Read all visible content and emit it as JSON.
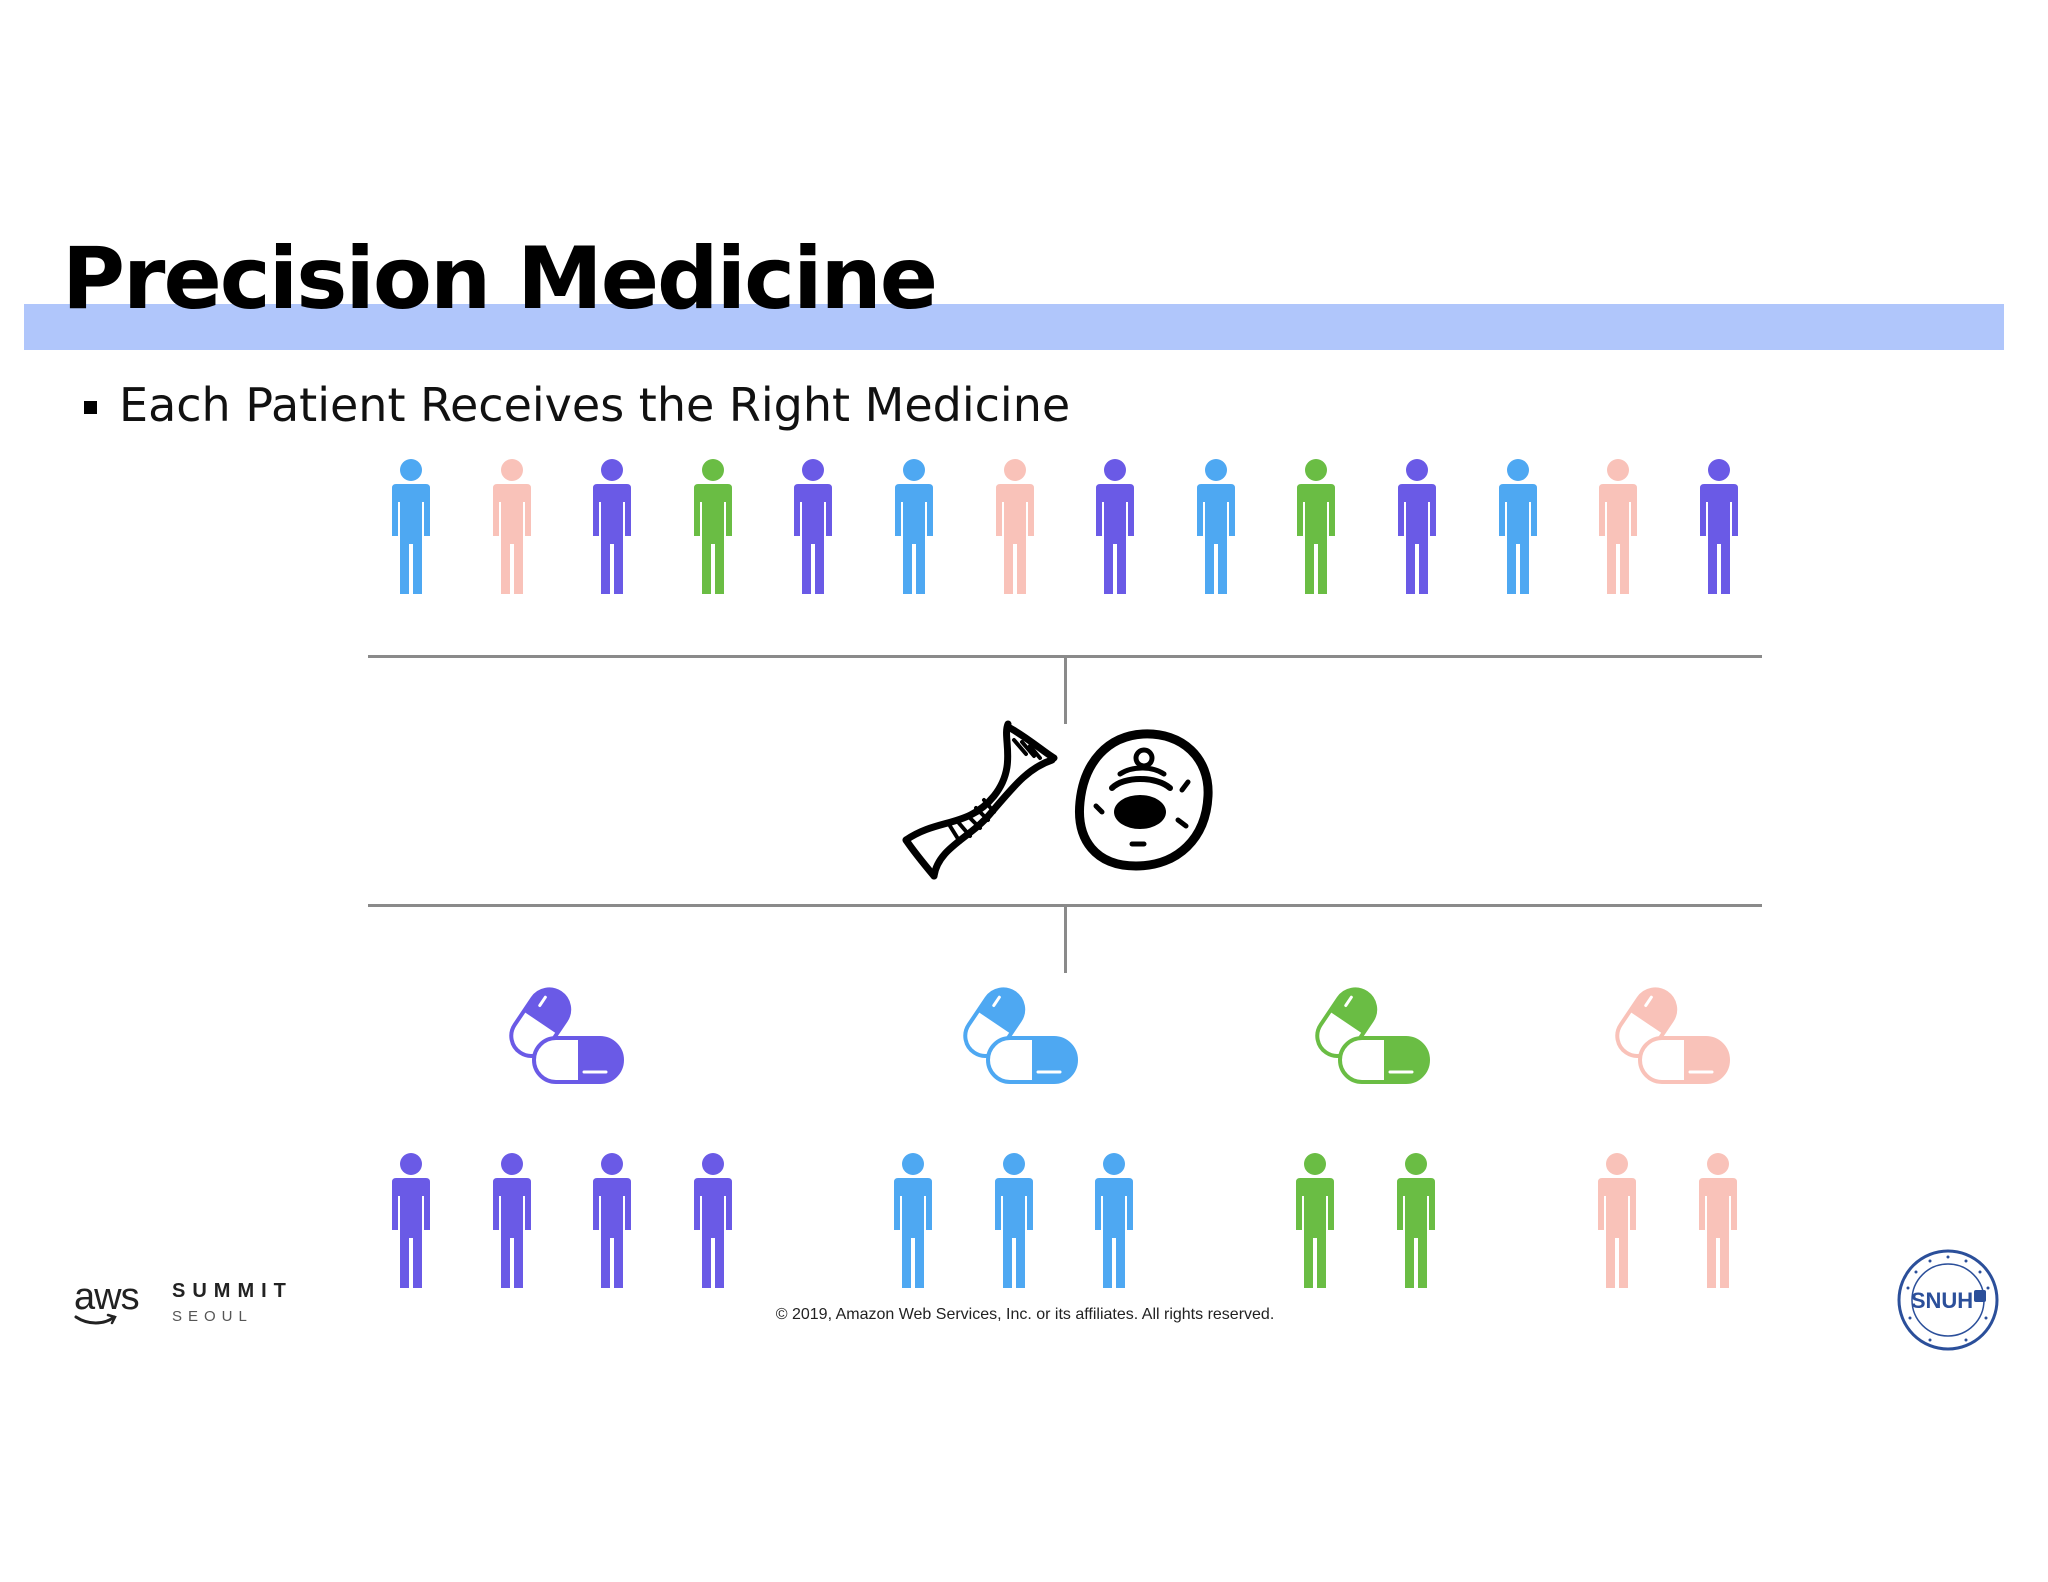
{
  "title": "Precision Medicine",
  "bullet": "Each Patient Receives the Right Medicine",
  "colors": {
    "purple": "#6a5ae6",
    "blue": "#4ea8f2",
    "green": "#6abd44",
    "pink": "#f9c2b9",
    "title_band": "#b0c6fb",
    "line": "#8a8a8a"
  },
  "patients_top": [
    "blue",
    "pink",
    "purple",
    "green",
    "purple",
    "blue",
    "pink",
    "purple",
    "blue",
    "green",
    "purple",
    "blue",
    "pink",
    "purple"
  ],
  "medicine_groups": [
    {
      "color": "purple",
      "patients": 4
    },
    {
      "color": "blue",
      "patients": 3
    },
    {
      "color": "green",
      "patients": 2
    },
    {
      "color": "pink",
      "patients": 2
    }
  ],
  "icons": {
    "person": "person-icon",
    "pill": "capsule-icon",
    "dna": "dna-icon",
    "cell": "cell-icon"
  },
  "footer": {
    "aws": "aws",
    "summit": "SUMMIT",
    "seoul": "SEOUL",
    "copyright": "© 2019, Amazon Web Services, Inc. or its affiliates. All rights reserved.",
    "snuh": "SNUH"
  }
}
